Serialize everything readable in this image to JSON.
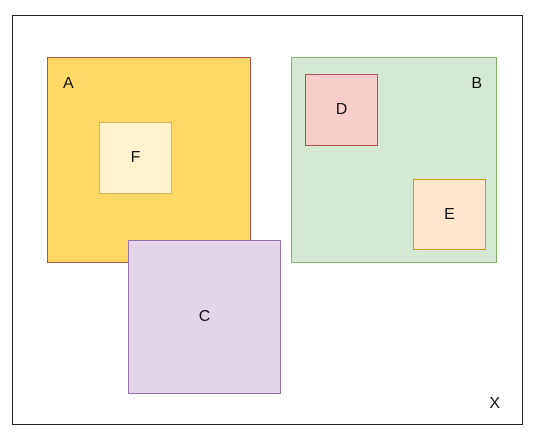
{
  "frame": {
    "label": "X",
    "fill": "#ffffff",
    "stroke": "#222222"
  },
  "boxes": {
    "A": {
      "label": "A",
      "fill": "#ffd966",
      "stroke": "#b85450"
    },
    "F": {
      "label": "F",
      "fill": "#fff2cc",
      "stroke": "#d6b656"
    },
    "B": {
      "label": "B",
      "fill": "#d5e8d4",
      "stroke": "#82b366"
    },
    "D": {
      "label": "D",
      "fill": "#f8cecc",
      "stroke": "#b85450"
    },
    "E": {
      "label": "E",
      "fill": "#ffe6cc",
      "stroke": "#d79b00"
    },
    "C": {
      "label": "C",
      "fill": "#e1d5e7",
      "stroke": "#9673a6"
    }
  }
}
